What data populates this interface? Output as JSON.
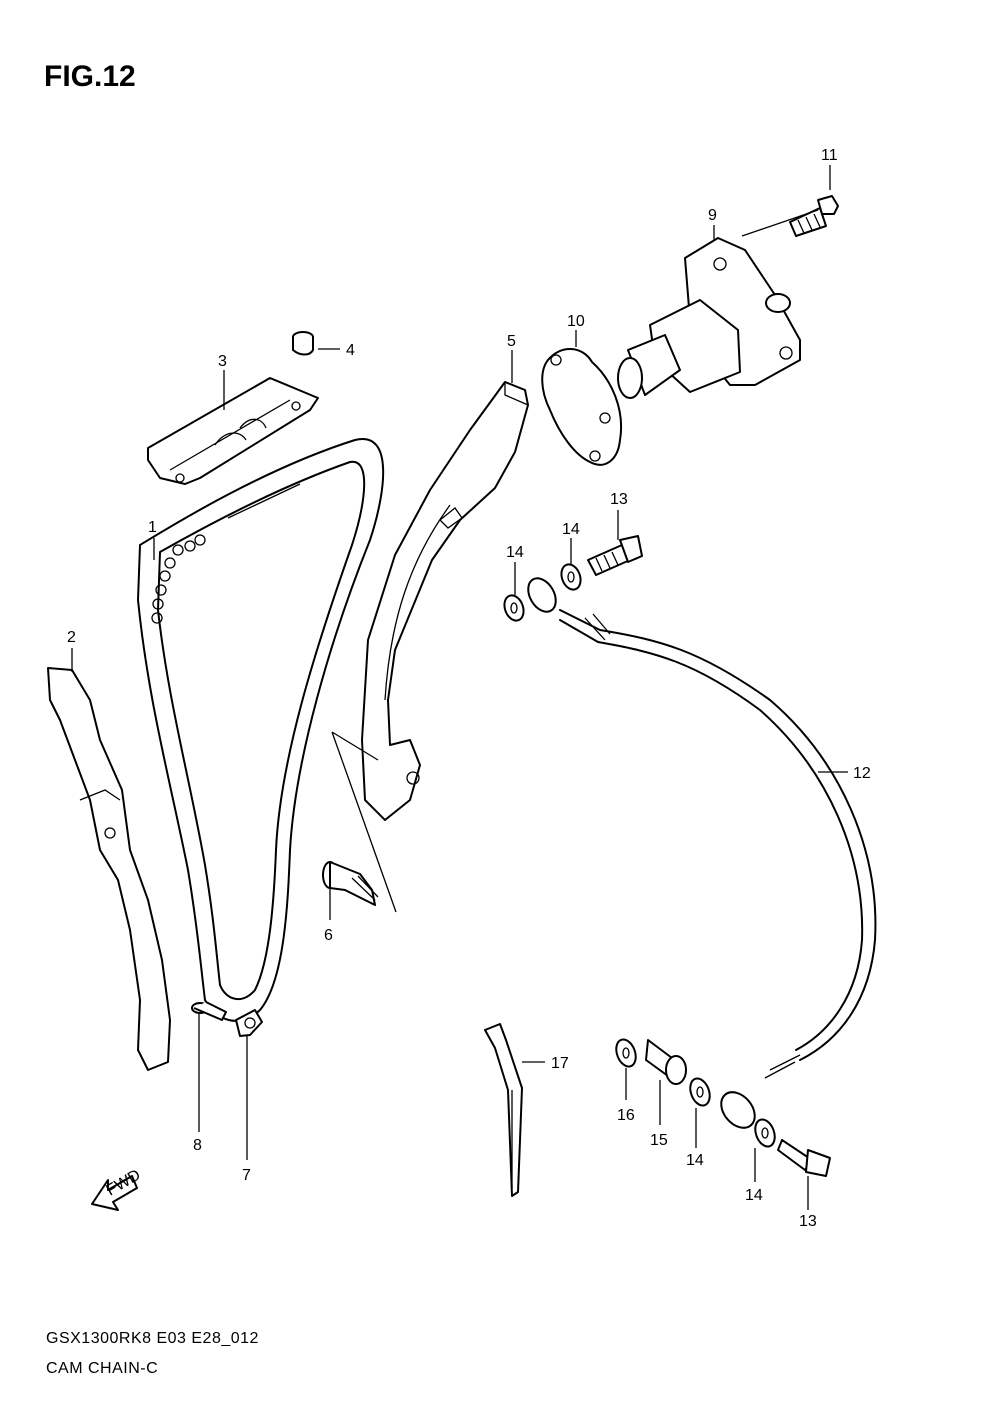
{
  "figure": {
    "title": "FIG.12"
  },
  "caption": {
    "model": "GSX1300RK8 E03 E28_012",
    "name": "CAM CHAIN-C"
  },
  "fwd_label": "FWD",
  "callouts": {
    "c1": "1",
    "c2": "2",
    "c3": "3",
    "c4": "4",
    "c5": "5",
    "c6": "6",
    "c7": "7",
    "c8": "8",
    "c9": "9",
    "c10": "10",
    "c11": "11",
    "c12": "12",
    "c13a": "13",
    "c13b": "13",
    "c14a": "14",
    "c14b": "14",
    "c14c": "14",
    "c14d": "14",
    "c15": "15",
    "c16": "16",
    "c17": "17"
  }
}
